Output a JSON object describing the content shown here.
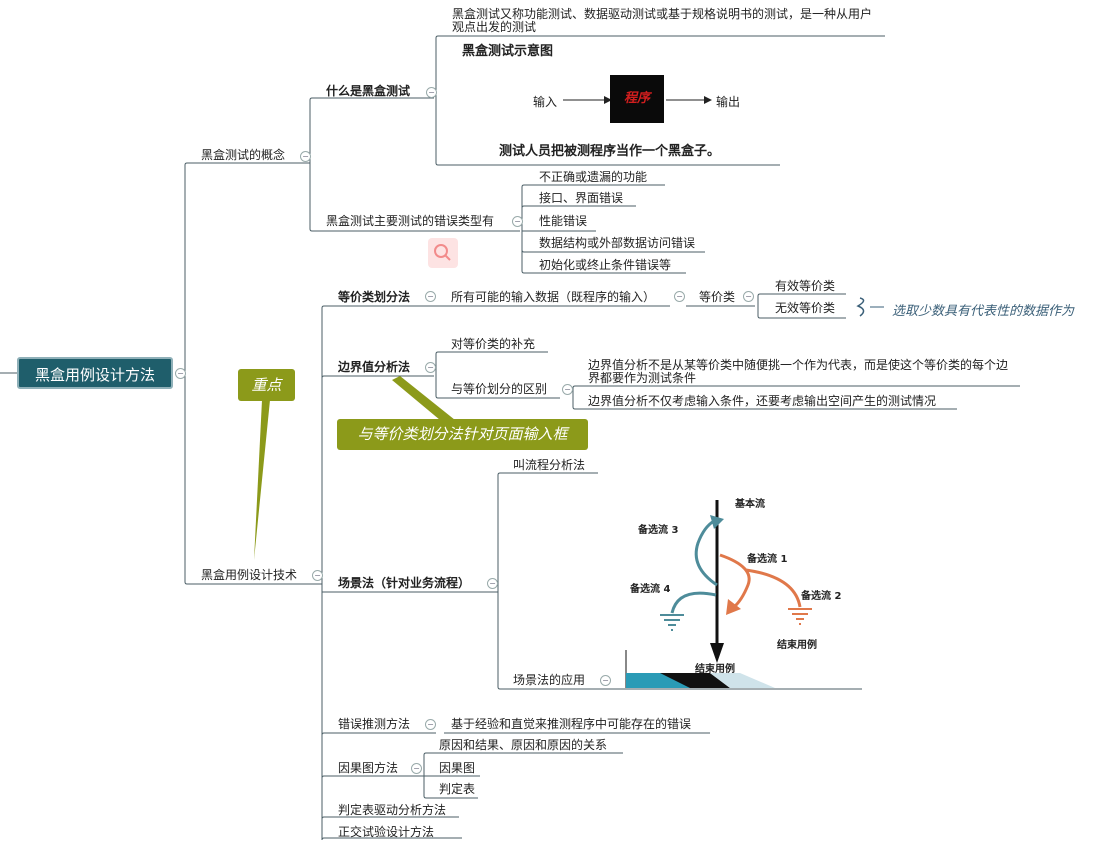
{
  "root": "黑盒用例设计方法",
  "concept": {
    "label": "黑盒测试的概念",
    "what": {
      "label": "什么是黑盒测试",
      "definition": "黑盒测试又称功能测试、数据驱动测试或基于规格说明书的测试，是一种从用户观点出发的测试",
      "figure_title": "黑盒测试示意图",
      "input_label": "输入",
      "box_label": "程序",
      "output_label": "输出",
      "caption": "测试人员把被测程序当作一个黑盒子。"
    },
    "errors": {
      "label": "黑盒测试主要测试的错误类型有",
      "items": [
        "不正确或遗漏的功能",
        "接口、界面错误",
        "性能错误",
        "数据结构或外部数据访问错误",
        "初始化或终止条件错误等"
      ]
    }
  },
  "techniques": {
    "label": "黑盒用例设计技术",
    "equivalence": {
      "label": "等价类划分法",
      "input_data": "所有可能的输入数据（既程序的输入）",
      "classes_label": "等价类",
      "valid": "有效等价类",
      "invalid": "无效等价类",
      "note": "选取少数具有代表性的数据作为"
    },
    "boundary": {
      "label": "边界值分析法",
      "supplement": "对等价类的补充",
      "difference_label": "与等价划分的区别",
      "diff1": "边界值分析不是从某等价类中随便挑一个作为代表，而是使这个等价类的每个边界都要作为测试条件",
      "diff2": "边界值分析不仅考虑输入条件，还要考虑输出空间产生的测试情况"
    },
    "scenario": {
      "label": "场景法（针对业务流程）",
      "alias": "叫流程分析法",
      "application": "场景法的应用",
      "figure": {
        "basic_flow": "基本流",
        "alt1": "备选流 1",
        "alt2": "备选流 2",
        "alt3": "备选流 3",
        "alt4": "备选流 4",
        "end_case1": "结束用例",
        "end_case2": "结束用例"
      }
    },
    "error_guess": {
      "label": "错误推测方法",
      "desc": "基于经验和直觉来推测程序中可能存在的错误"
    },
    "cause_effect": {
      "label": "因果图方法",
      "items": [
        "原因和结果、原因和原因的关系",
        "因果图",
        "判定表"
      ]
    },
    "decision_table": "判定表驱动分析方法",
    "orthogonal": "正交试验设计方法"
  },
  "callout": "重点",
  "banner": "与等价类划分法针对页面输入框",
  "colors": {
    "root_bg": "#1f5e6b",
    "accent": "#8c9a1a",
    "teal": "#4e8c9a",
    "orange": "#e0784a"
  }
}
